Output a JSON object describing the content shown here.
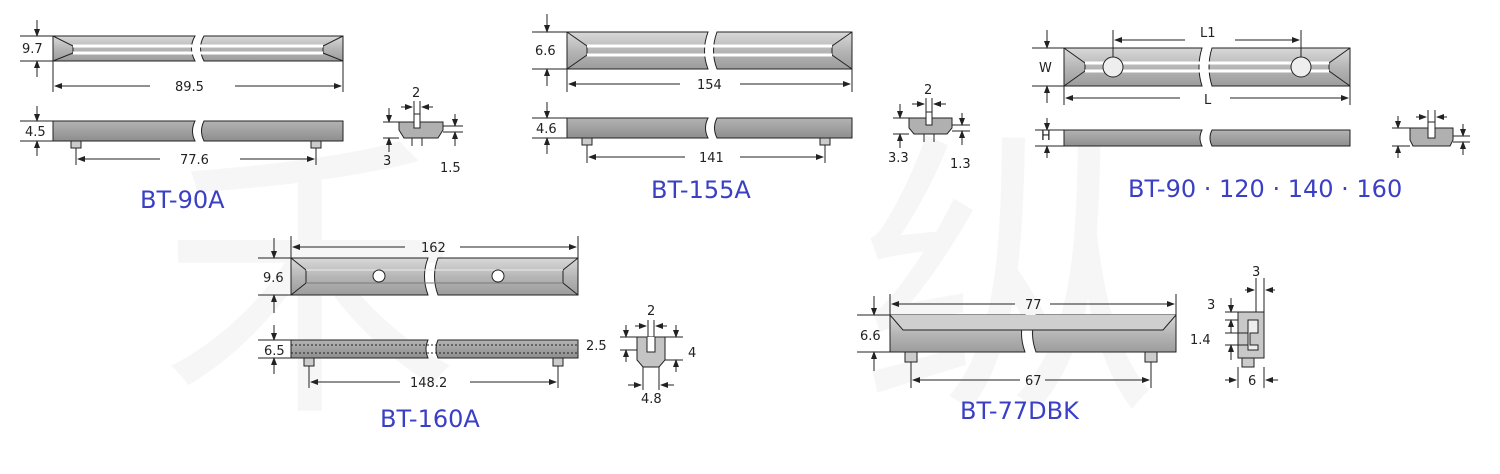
{
  "diagrams": [
    {
      "id": "bt90a",
      "title": "BT-90A",
      "top_view": {
        "height": "9.7",
        "length": "89.5"
      },
      "side_view": {
        "height": "4.5",
        "pin_spacing": "77.6"
      },
      "profile": {
        "top_width": "2",
        "left_dim": "3",
        "right_dim": "1.5"
      }
    },
    {
      "id": "bt155a",
      "title": "BT-155A",
      "top_view": {
        "height": "6.6",
        "length": "154"
      },
      "side_view": {
        "height": "4.6",
        "pin_spacing": "141"
      },
      "profile": {
        "top_width": "2",
        "left_dim": "3.3",
        "right_dim": "1.3"
      }
    },
    {
      "id": "bt_series",
      "title": "BT-90 · 120 · 140 · 160",
      "top_view": {
        "height": "W",
        "length": "L",
        "hole_spacing": "L1"
      },
      "side_view": {
        "height": "H"
      }
    },
    {
      "id": "bt160a",
      "title": "BT-160A",
      "top_view": {
        "height": "9.6",
        "length": "162"
      },
      "side_view": {
        "height": "6.5",
        "pin_spacing": "148.2"
      },
      "profile": {
        "top_width": "2",
        "left_dim": "2.5",
        "right_dim": "4",
        "bottom_width": "4.8"
      }
    },
    {
      "id": "bt77dbk",
      "title": "BT-77DBK",
      "top_view": {
        "height": "6.6",
        "length": "77"
      },
      "side_view": {
        "pin_spacing": "67"
      },
      "profile": {
        "top_width": "3",
        "upper_dim": "3",
        "lower_dim": "1.4",
        "bottom_width": "6"
      }
    }
  ]
}
